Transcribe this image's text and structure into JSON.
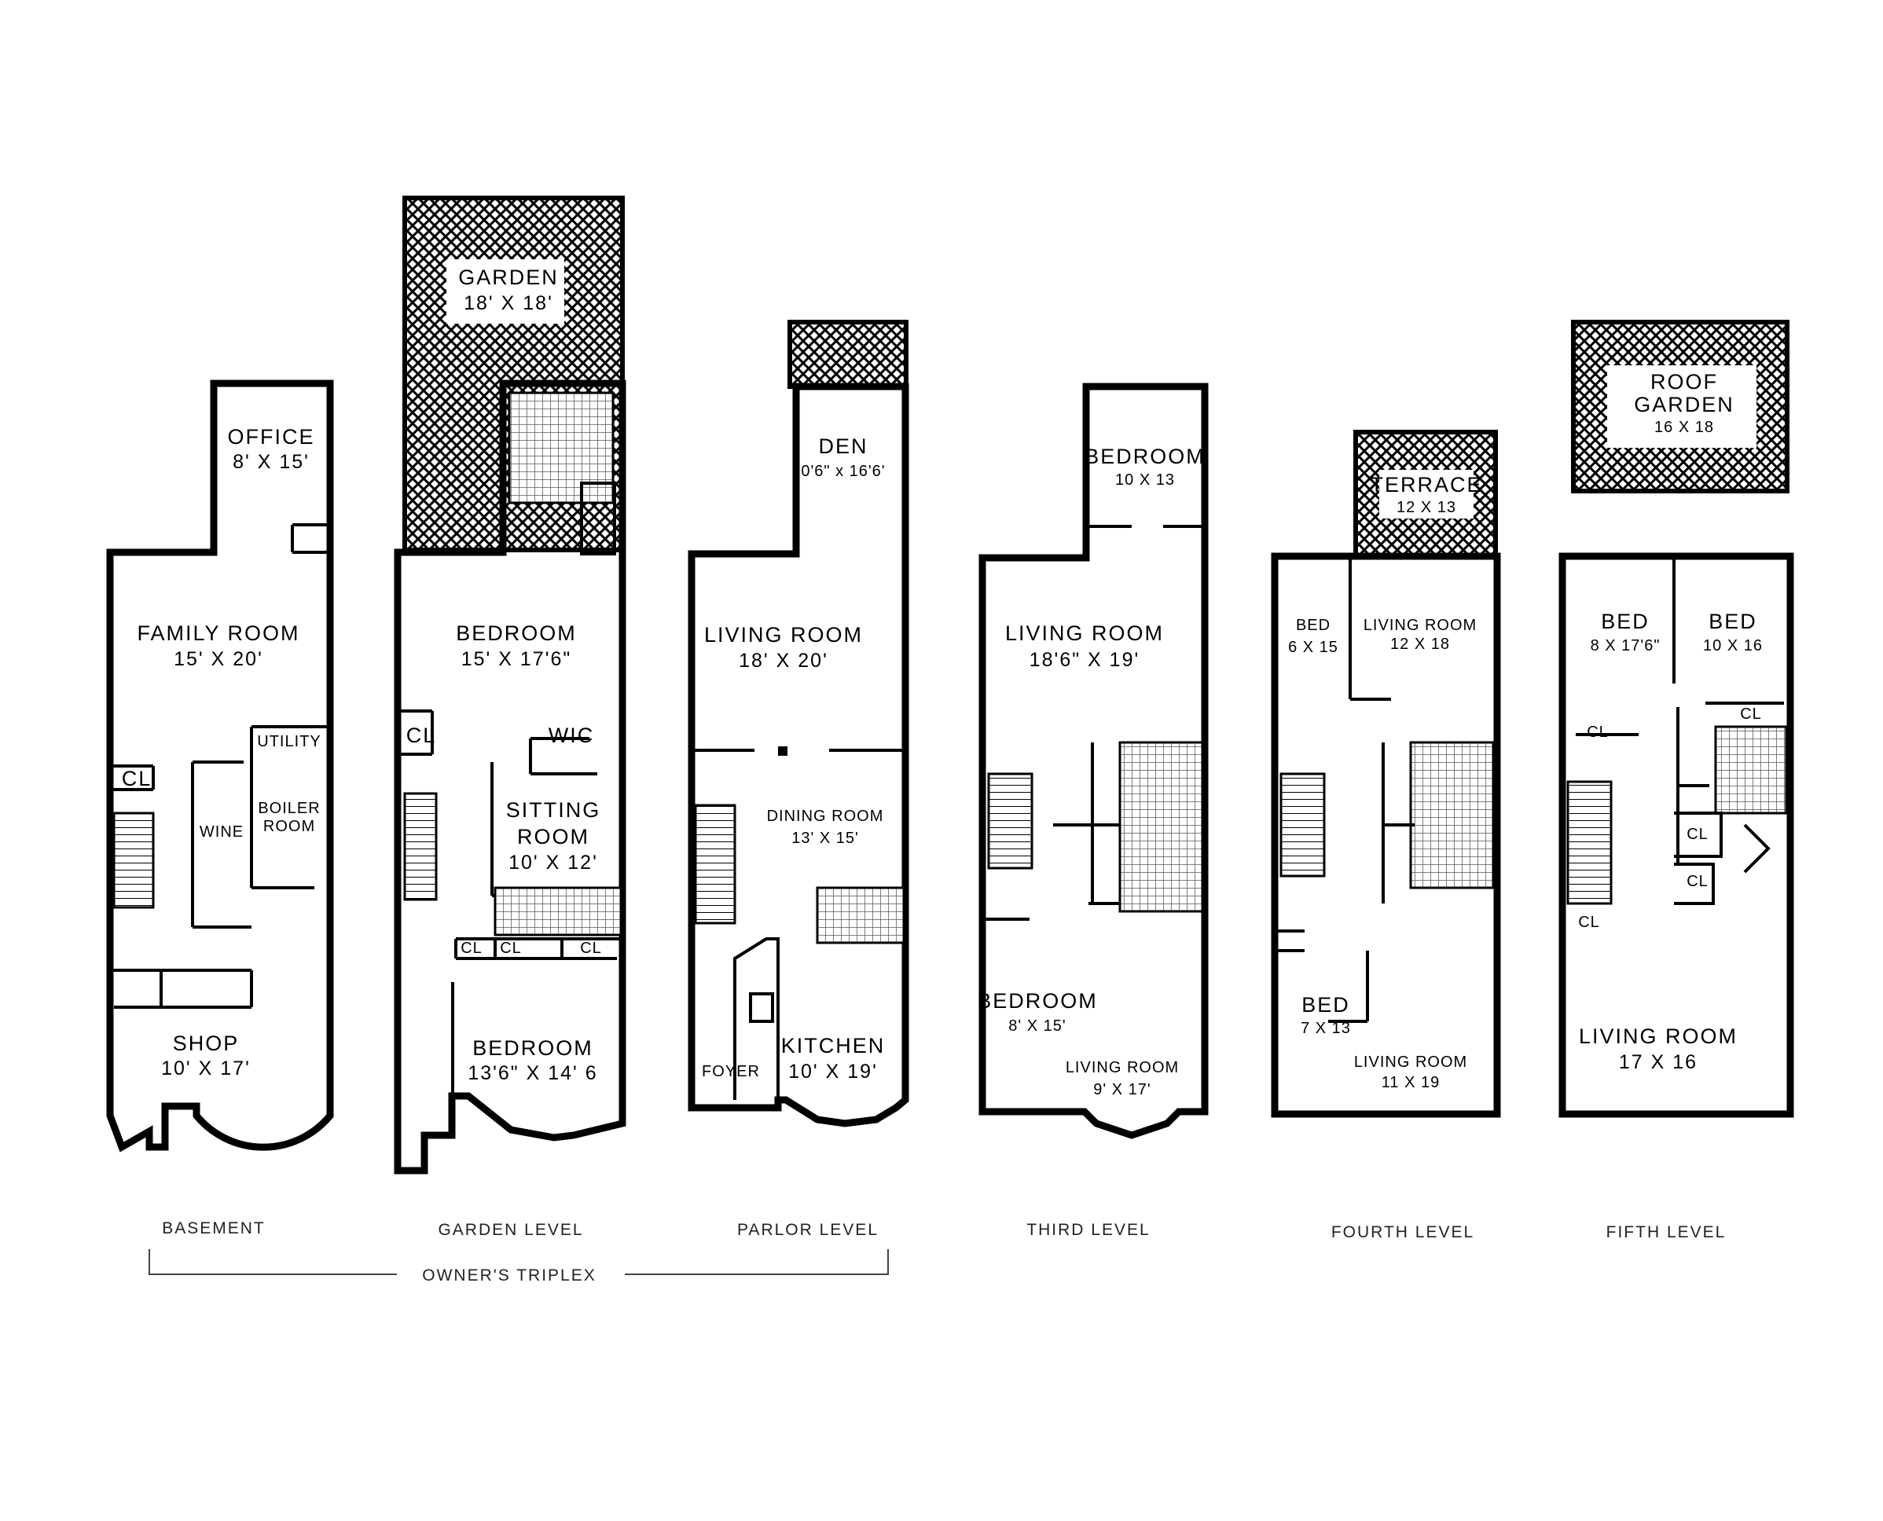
{
  "levels": {
    "basement": {
      "caption": "BASEMENT",
      "office": "OFFICE",
      "office_dim": "8' X 15'",
      "family_room": "FAMILY ROOM",
      "family_room_dim": "15' X 20'",
      "utility": "UTILITY",
      "cl": "CL",
      "wine": "WINE",
      "boiler_1": "BOILER",
      "boiler_2": "ROOM",
      "shop": "SHOP",
      "shop_dim": "10' X 17'"
    },
    "garden": {
      "caption": "GARDEN LEVEL",
      "garden": "GARDEN",
      "garden_dim": "18' X 18'",
      "bedroom_1": "BEDROOM",
      "bedroom_1_dim": "15' X 17'6\"",
      "cl": "CL",
      "wic": "WIC",
      "sitting_1": "SITTING",
      "sitting_2": "ROOM",
      "sitting_dim": "10' X 12'",
      "cl_a": "CL",
      "cl_b": "CL",
      "cl_c": "CL",
      "bedroom_2": "BEDROOM",
      "bedroom_2_dim": "13'6\" X 14' 6"
    },
    "parlor": {
      "caption": "PARLOR LEVEL",
      "den": "DEN",
      "den_dim": "0'6\" x 16'6'",
      "living_room": "LIVING ROOM",
      "living_room_dim": "18' X 20'",
      "dining_room": "DINING ROOM",
      "dining_room_dim": "13' X 15'",
      "foyer": "FOYER",
      "kitchen": "KITCHEN",
      "kitchen_dim": "10' X 19'"
    },
    "third": {
      "caption": "THIRD LEVEL",
      "bedroom_1": "BEDROOM",
      "bedroom_1_dim": "10 X 13",
      "living_room_1": "LIVING ROOM",
      "living_room_1_dim": "18'6\" X 19'",
      "bedroom_2": "BEDROOM",
      "bedroom_2_dim": "8' X 15'",
      "living_room_2": "LIVING ROOM",
      "living_room_2_dim": "9' X 17'"
    },
    "fourth": {
      "caption": "FOURTH LEVEL",
      "terrace": "TERRACE",
      "terrace_dim": "12 X 13",
      "bed_1": "BED",
      "bed_1_dim": "6 X 15",
      "living_room_1": "LIVING ROOM",
      "living_room_1_dim": "12 X 18",
      "bed_2": "BED",
      "bed_2_dim": "7 X 13",
      "living_room_2": "LIVING ROOM",
      "living_room_2_dim": "11 X 19"
    },
    "fifth": {
      "caption": "FIFTH LEVEL",
      "roof_1": "ROOF",
      "roof_2": "GARDEN",
      "roof_dim": "16 X 18",
      "bed_1": "BED",
      "bed_1_dim": "8 X 17'6\"",
      "bed_2": "BED",
      "bed_2_dim": "10 X 16",
      "cl_1": "CL",
      "cl_2": "CL",
      "cl_3": "CL",
      "cl_4": "CL",
      "cl_5": "CL",
      "living_room": "LIVING ROOM",
      "living_room_dim": "17 X 16"
    }
  },
  "bracket_label": "OWNER'S TRIPLEX"
}
